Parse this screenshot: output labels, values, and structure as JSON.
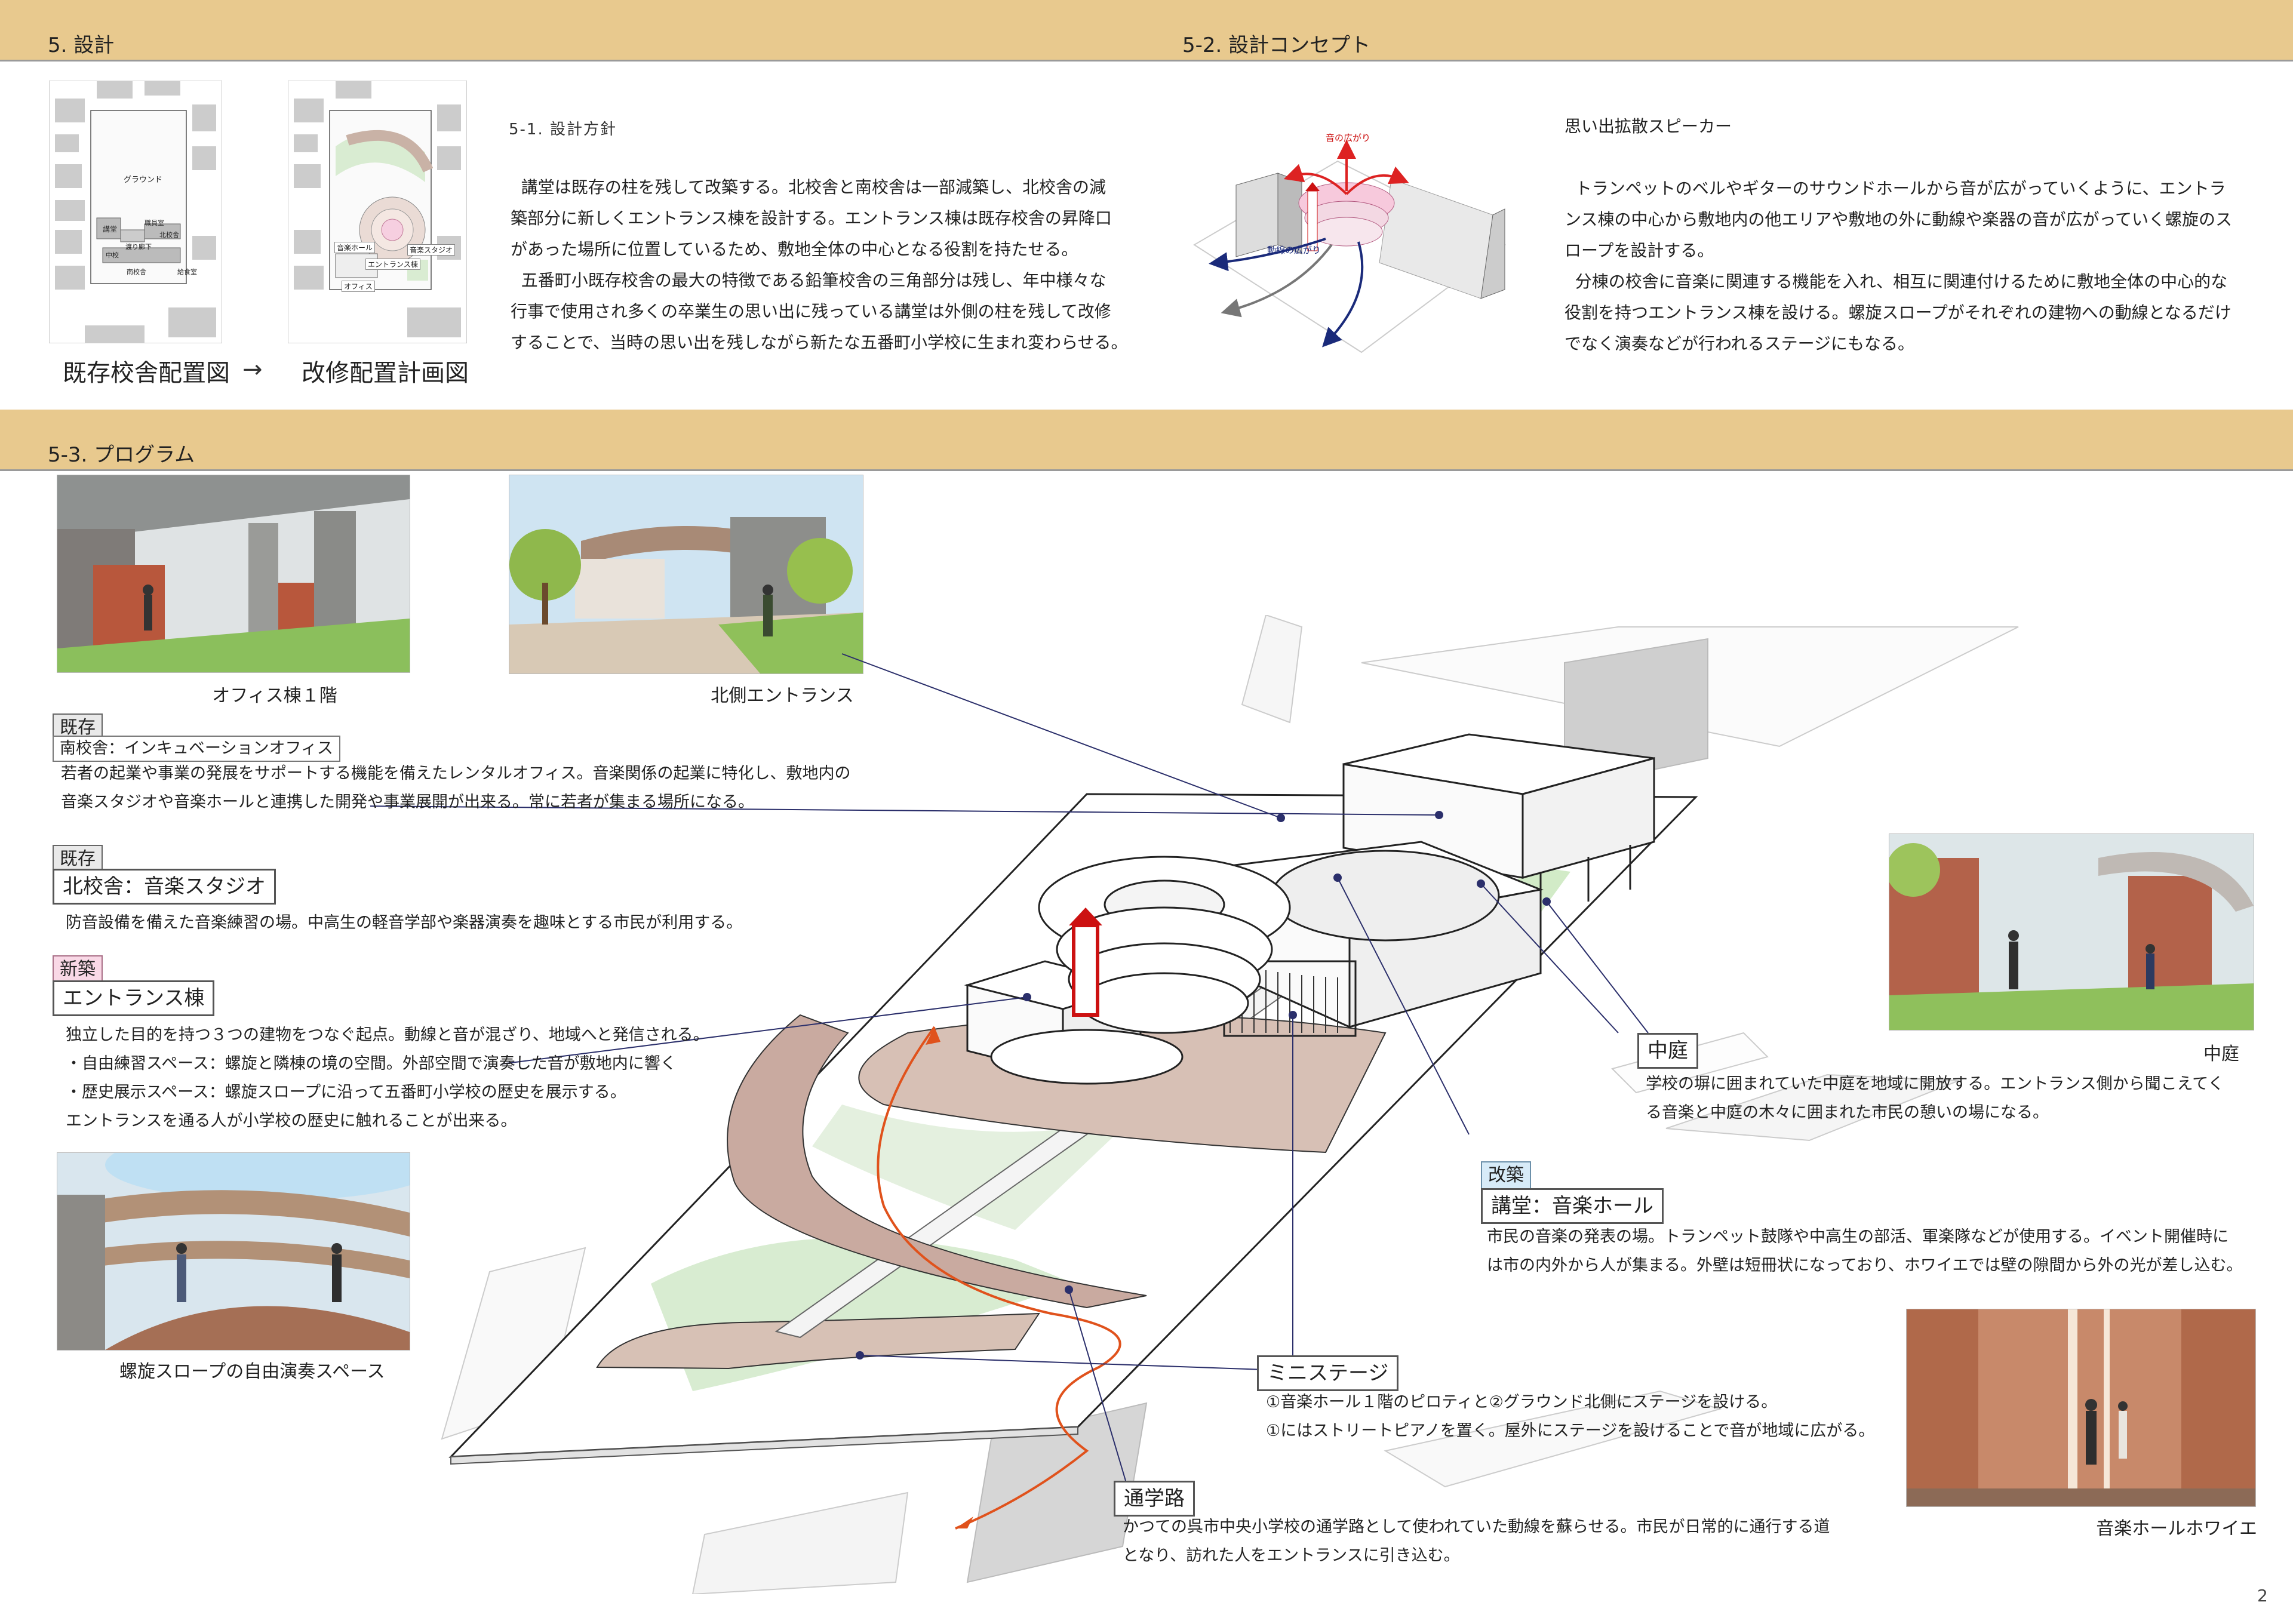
{
  "header": {
    "sec5": "5.  設計",
    "sec52": "5-2.  設計コンセプト",
    "sec53": "5-3.       プログラム"
  },
  "maps": {
    "existing_caption": "既存校舎配置図",
    "plan_caption": "改修配置計画図",
    "arrow": "→",
    "ground": "グラウンド",
    "lecture": "講堂",
    "north_bldg": "北校舎",
    "old_corridor": "渡り廊下",
    "middle_bldg": "中校",
    "south_bldg": "南校舎",
    "staff_room": "職員室",
    "nurse_room": "給食室",
    "music_hall": "音楽ホール",
    "music_studio": "音楽スタジオ",
    "entrance_bldg": "エントランス棟",
    "office": "オフィス"
  },
  "policy": {
    "title": "5-1.  設計方針",
    "lines": [
      "  講堂は既存の柱を残して改築する。北校舎と南校舎は一部減築し、北校舎の減",
      "築部分に新しくエントランス棟を設計する。エントランス棟は既存校舎の昇降口",
      "があった場所に位置しているため、敷地全体の中心となる役割を持たせる。",
      "  五番町小既存校舎の最大の特徴である鉛筆校舎の三角部分は残し、年中様々な",
      "行事で使用され多くの卒業生の思い出に残っている講堂は外側の柱を残して改修",
      "することで、当時の思い出を残しながら新たな五番町小学校に生まれ変わらせる。"
    ]
  },
  "concept": {
    "title": "思い出拡散スピーカー",
    "sound_label": "音の広がり",
    "flow_label": "動線の広がり",
    "lines": [
      "  トランペットのベルやギターのサウンドホールから音が広がっていくように、エントラ",
      "ンス棟の中心から敷地内の他エリアや敷地の外に動線や楽器の音が広がっていく螺旋のス",
      "ロープを設計する。",
      "  分棟の校舎に音楽に関連する機能を入れ、相互に関連付けるために敷地全体の中心的な",
      "役割を持つエントランス棟を設ける。螺旋スロープがそれぞれの建物への動線となるだけ",
      "でなく演奏などが行われるステージにもなる。"
    ]
  },
  "photos": {
    "office_floor": "オフィス棟１階",
    "north_entrance": "北側エントランス",
    "spiral_slope": "螺旋スロープの自由演奏スペース",
    "courtyard": "中庭",
    "foyer": "音楽ホールホワイエ"
  },
  "program": {
    "office": {
      "tag": "既存",
      "label": "南校舎：インキュベーションオフィス",
      "lines": [
        "若者の起業や事業の発展をサポートする機能を備えたレンタルオフィス。音楽関係の起業に特化し、敷地内の",
        "音楽スタジオや音楽ホールと連携した開発や事業展開が出来る。常に若者が集まる場所になる。"
      ]
    },
    "studio": {
      "tag": "既存",
      "label": "北校舎：音楽スタジオ",
      "lines": [
        "防音設備を備えた音楽練習の場。中高生の軽音学部や楽器演奏を趣味とする市民が利用する。"
      ]
    },
    "entrance": {
      "tag": "新築",
      "label": "エントランス棟",
      "lines": [
        "独立した目的を持つ３つの建物をつなぐ起点。動線と音が混ざり、地域へと発信される。",
        "・自由練習スペース：螺旋と隣棟の境の空間。外部空間で演奏した音が敷地内に響く",
        "・歴史展示スペース：螺旋スロープに沿って五番町小学校の歴史を展示する。",
        "エントランスを通る人が小学校の歴史に触れることが出来る。"
      ]
    },
    "courtyard": {
      "label": "中庭",
      "lines": [
        "学校の塀に囲まれていた中庭を地域に開放する。エントランス側から聞こえてく",
        "る音楽と中庭の木々に囲まれた市民の憩いの場になる。"
      ]
    },
    "hall": {
      "tag": "改築",
      "label": "講堂：音楽ホール",
      "lines": [
        "市民の音楽の発表の場。トランペット鼓隊や中高生の部活、軍楽隊などが使用する。イベント開催時に",
        "は市の内外から人が集まる。外壁は短冊状になっており、ホワイエでは壁の隙間から外の光が差し込む。"
      ]
    },
    "ministage": {
      "label": "ミニステージ",
      "lines": [
        "①音楽ホール１階のピロティと②グラウンド北側にステージを設ける。",
        "①にはストリートピアノを置く。屋外にステージを設けることで音が地域に広がる。"
      ]
    },
    "schoolroute": {
      "label": "通学路",
      "lines": [
        "かつての呉市中央小学校の通学路として使われていた動線を蘇らせる。市民が日常的に通行する道",
        "となり、訪れた人をエントランスに引き込む。"
      ]
    }
  },
  "page_number": "2",
  "colors": {
    "band": "#e8c98e",
    "new_tag": "#f9d8e6",
    "renov_tag": "#d7ebf8",
    "route": "#e0521c",
    "leader": "#2b2f6b"
  }
}
